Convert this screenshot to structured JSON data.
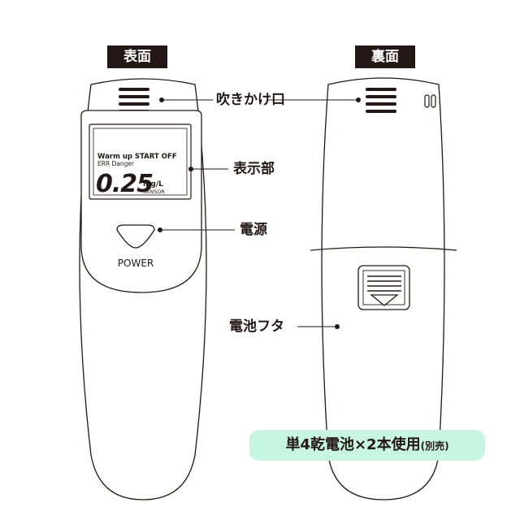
{
  "front": {
    "heading": "表面",
    "display": {
      "line1": "Warm up START OFF",
      "line2": "ERR Danger",
      "reading": "0.25",
      "unit": "mg/L",
      "sensor": "SENSOR"
    },
    "power_label": "POWER"
  },
  "back": {
    "heading": "裏面"
  },
  "callouts": {
    "mouthpiece": "吹きかけ口",
    "display": "表示部",
    "power": "電源",
    "battery_cover": "電池フタ"
  },
  "battery_note": {
    "main": "単4乾電池×2本使用",
    "sub": "(別売)"
  },
  "colors": {
    "ink": "#231815",
    "note_bg": "#c8f4e2",
    "device_fill": "#ffffff"
  }
}
